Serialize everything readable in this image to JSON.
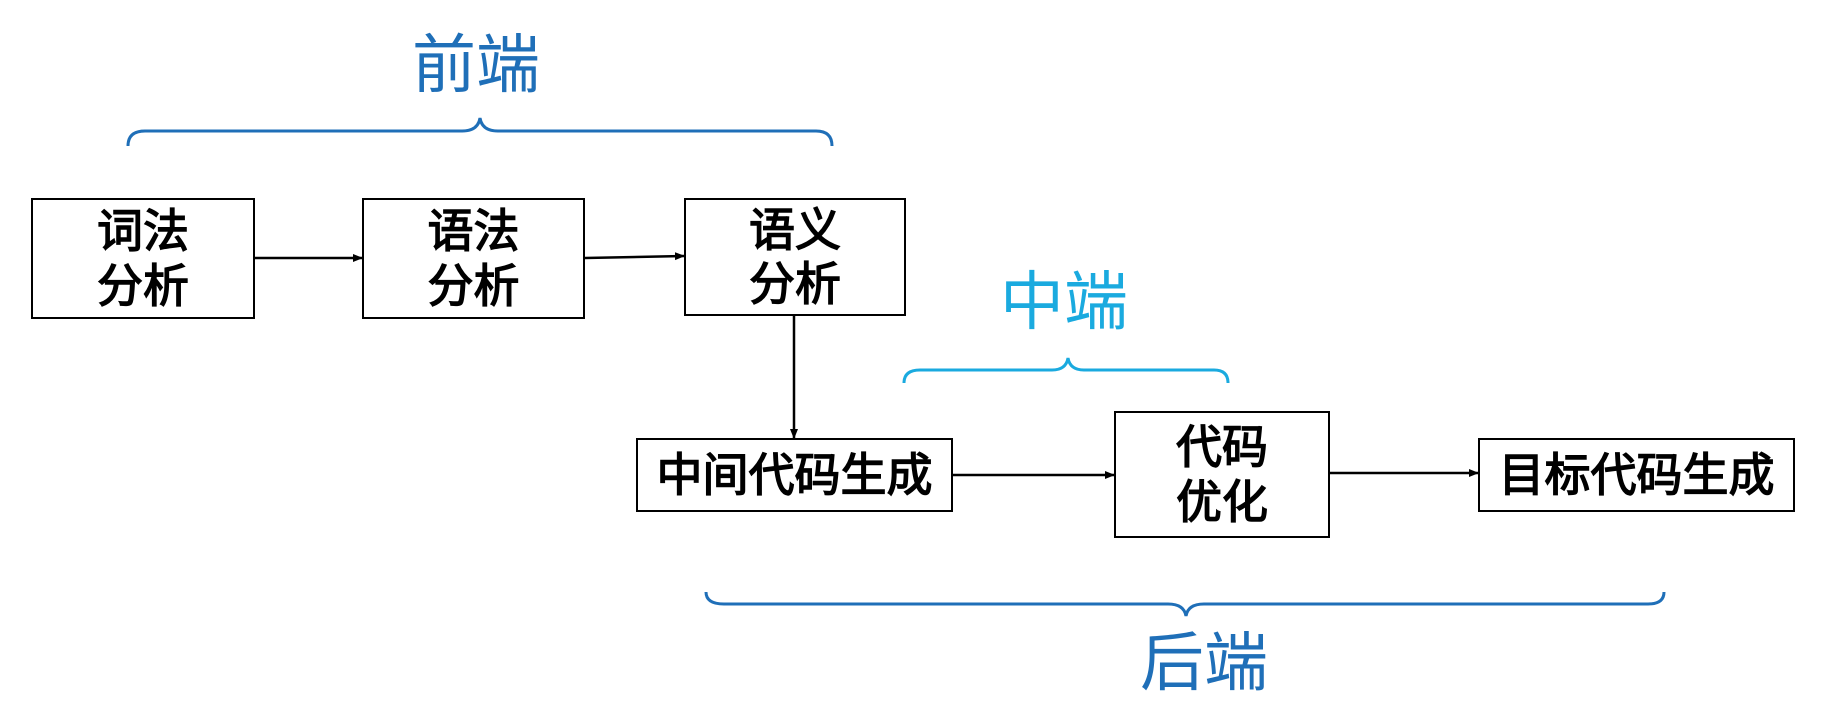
{
  "colors": {
    "front_end": "#1f6fb8",
    "middle_end": "#1aaadf",
    "back_end": "#1f6fb8",
    "box_border": "#000000",
    "text": "#000000"
  },
  "stages": {
    "front_end": "前端",
    "middle_end": "中端",
    "back_end": "后端"
  },
  "phases": {
    "lexical": [
      "词法",
      "分析"
    ],
    "syntax": [
      "语法",
      "分析"
    ],
    "semantic": [
      "语义",
      "分析"
    ],
    "ir_gen": "中间代码生成",
    "optimization": [
      "代码",
      "优化"
    ],
    "codegen": "目标代码生成"
  }
}
